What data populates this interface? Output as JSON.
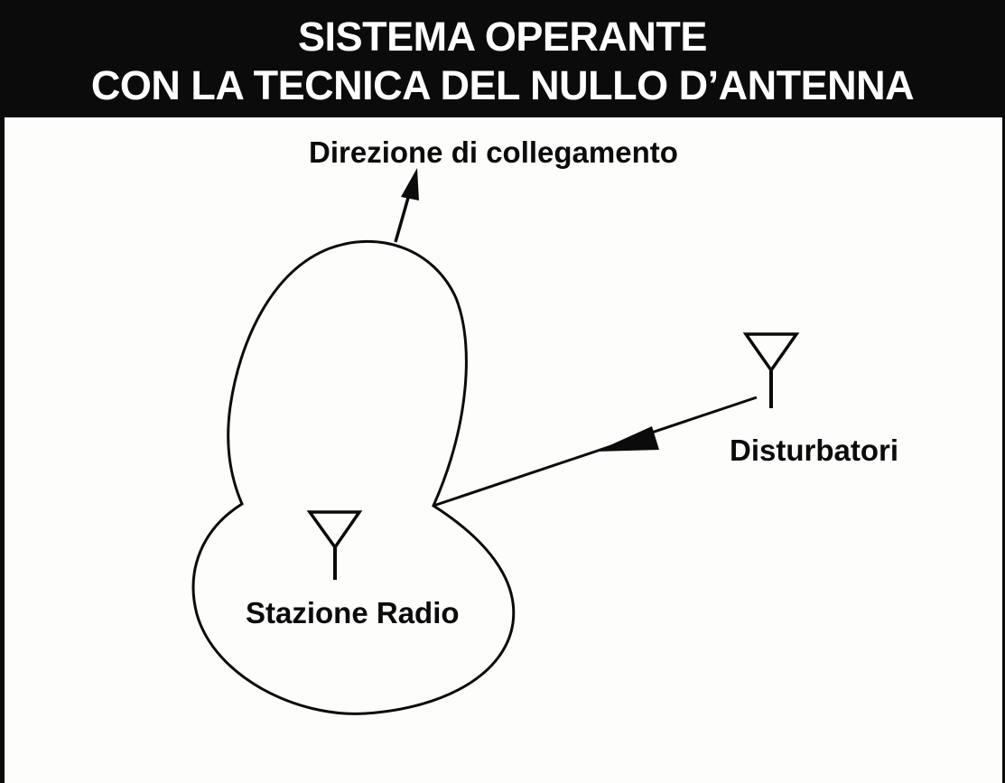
{
  "title": {
    "line1": "SISTEMA OPERANTE",
    "line2": "CON LA TECNICA DEL NULLO D’ANTENNA"
  },
  "labels": {
    "direction": "Direzione di collegamento",
    "jammers": "Disturbatori",
    "station": "Stazione Radio"
  },
  "colors": {
    "ink": "#0b0b0b",
    "paper": "#fdfdfb",
    "header_text": "#ffffff"
  },
  "icons": [
    "antenna-icon",
    "arrow-icon"
  ]
}
